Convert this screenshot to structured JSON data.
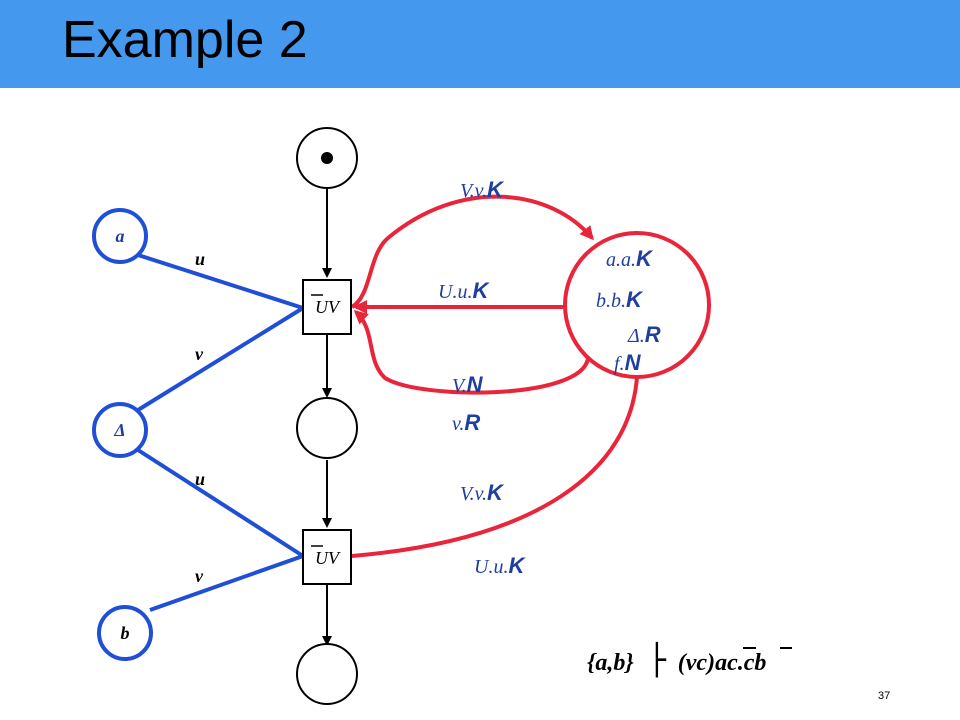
{
  "title": "Example 2",
  "page_number": "37",
  "colors": {
    "header": "#4499ee",
    "blue_node": "#1f4fd6",
    "red_arc": "#e8253a",
    "black": "#000000"
  },
  "nodes": {
    "a": "a",
    "delta": "Δ",
    "b": "b",
    "transition_top": "UV",
    "transition_bottom": "UV"
  },
  "edge_labels": {
    "u_top": "u",
    "v_top": "v",
    "u_bottom": "u",
    "v_bottom": "v"
  },
  "arc_labels": {
    "vv_top": {
      "prefix": "V.v.",
      "suffix": "K"
    },
    "uu_mid": {
      "prefix": "U.u.",
      "suffix": "K"
    },
    "vn": {
      "prefix": "V.",
      "suffix": "N"
    },
    "vr": {
      "prefix": "v.",
      "suffix": "R"
    },
    "vv_bottom": {
      "prefix": "V.v.",
      "suffix": "K"
    },
    "uu_bottom": {
      "prefix": "U.u.",
      "suffix": "K"
    }
  },
  "agent_labels": {
    "aa": {
      "prefix": "a.a.",
      "suffix": "K"
    },
    "bb": {
      "prefix": "b.b.",
      "suffix": "K"
    },
    "dr": {
      "prefix": "Δ.",
      "suffix": "R"
    },
    "fn": {
      "prefix": "f.",
      "suffix": "N"
    }
  },
  "formula": {
    "left": "{a,b}",
    "turnstile": "├",
    "right_pre": "(vc)",
    "a": "a",
    "c1": "c.",
    "c2": "c",
    "b": "b"
  }
}
